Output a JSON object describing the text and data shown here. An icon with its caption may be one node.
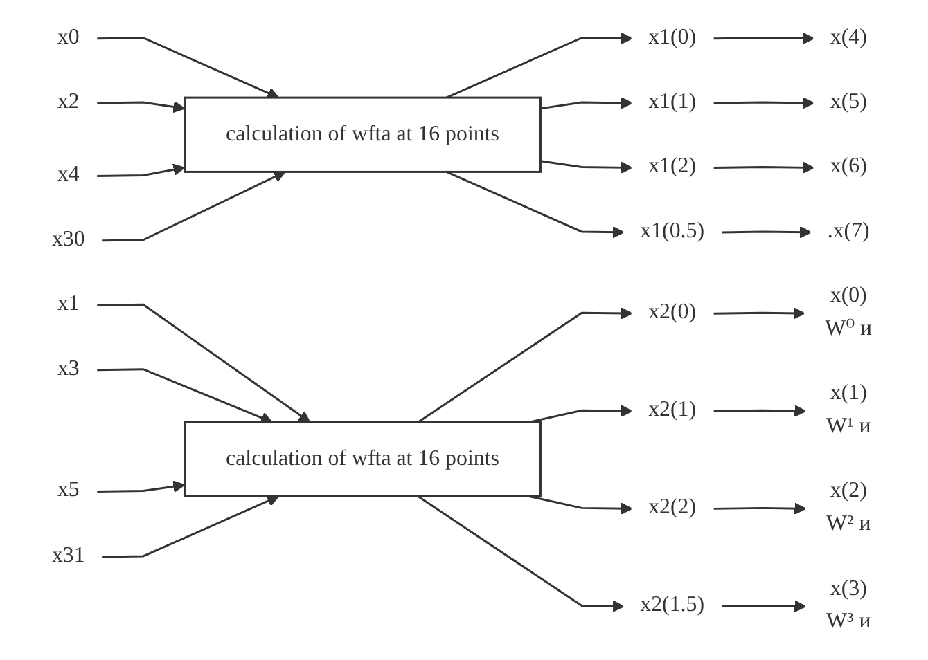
{
  "diagram": {
    "nodes": [
      {
        "text": [
          "x0"
        ]
      },
      {
        "text": [
          "x2"
        ]
      },
      {
        "text": [
          "x4"
        ]
      },
      {
        "text": [
          "x30"
        ]
      },
      {
        "text": [
          "calculation of wfta at 16 points"
        ]
      },
      {
        "text": [
          "x1(0)"
        ]
      },
      {
        "text": [
          "x1(1)"
        ]
      },
      {
        "text": [
          "x1(2)"
        ]
      },
      {
        "text": [
          "x1(0.5)"
        ]
      },
      {
        "text": [
          "x(0)",
          "W⁰ и"
        ]
      },
      {
        "text": [
          "x(1)",
          "W¹ и"
        ]
      },
      {
        "text": [
          "x(2)",
          "W² и"
        ]
      },
      {
        "text": [
          "x(3)",
          "W³ и"
        ]
      },
      {
        "text": [
          "x1"
        ]
      },
      {
        "text": [
          "x3"
        ]
      },
      {
        "text": [
          "x5"
        ]
      },
      {
        "text": [
          "x31"
        ]
      },
      {
        "text": [
          "calculation of wfta at 16 points"
        ]
      },
      {
        "text": [
          "x2(0)"
        ]
      },
      {
        "text": [
          "x2(1)"
        ]
      },
      {
        "text": [
          "x2(2)"
        ]
      },
      {
        "text": [
          "x2(1.5)"
        ]
      },
      {
        "text": [
          "x(4)"
        ]
      },
      {
        "text": [
          "x(5)"
        ]
      },
      {
        "text": [
          "x(6)"
        ]
      },
      {
        "text": [
          ".x(7)"
        ]
      }
    ],
    "edges": [
      {
        "from": 0,
        "to": 4,
        "arrow": "to"
      },
      {
        "from": 1,
        "to": 4,
        "arrow": "to"
      },
      {
        "from": 2,
        "to": 4,
        "arrow": "to"
      },
      {
        "from": 3,
        "to": 4,
        "arrow": "to"
      },
      {
        "from": 4,
        "to": 5,
        "arrow": "to"
      },
      {
        "from": 4,
        "to": 6,
        "arrow": "to"
      },
      {
        "from": 4,
        "to": 7,
        "arrow": "to"
      },
      {
        "from": 4,
        "to": 8,
        "arrow": "to"
      },
      {
        "from": 13,
        "to": 17,
        "arrow": "to"
      },
      {
        "from": 14,
        "to": 17,
        "arrow": "to"
      },
      {
        "from": 15,
        "to": 17,
        "arrow": "to"
      },
      {
        "from": 16,
        "to": 17,
        "arrow": "to"
      },
      {
        "from": 17,
        "to": 18,
        "arrow": "to"
      },
      {
        "from": 17,
        "to": 19,
        "arrow": "to"
      },
      {
        "from": 17,
        "to": 20,
        "arrow": "to"
      },
      {
        "from": 17,
        "to": 21,
        "arrow": "to"
      },
      {
        "from": 5,
        "to": 22,
        "arrow": "to"
      },
      {
        "from": 6,
        "to": 23,
        "arrow": "to"
      },
      {
        "from": 7,
        "to": 24,
        "arrow": "to"
      },
      {
        "from": 8,
        "to": 25,
        "arrow": "to"
      },
      {
        "from": 18,
        "to": 9,
        "arrow": "to"
      },
      {
        "from": 19,
        "to": 10,
        "arrow": "to"
      },
      {
        "from": 20,
        "to": 11,
        "arrow": "to"
      },
      {
        "from": 21,
        "to": 12,
        "arrow": "to"
      }
    ]
  }
}
